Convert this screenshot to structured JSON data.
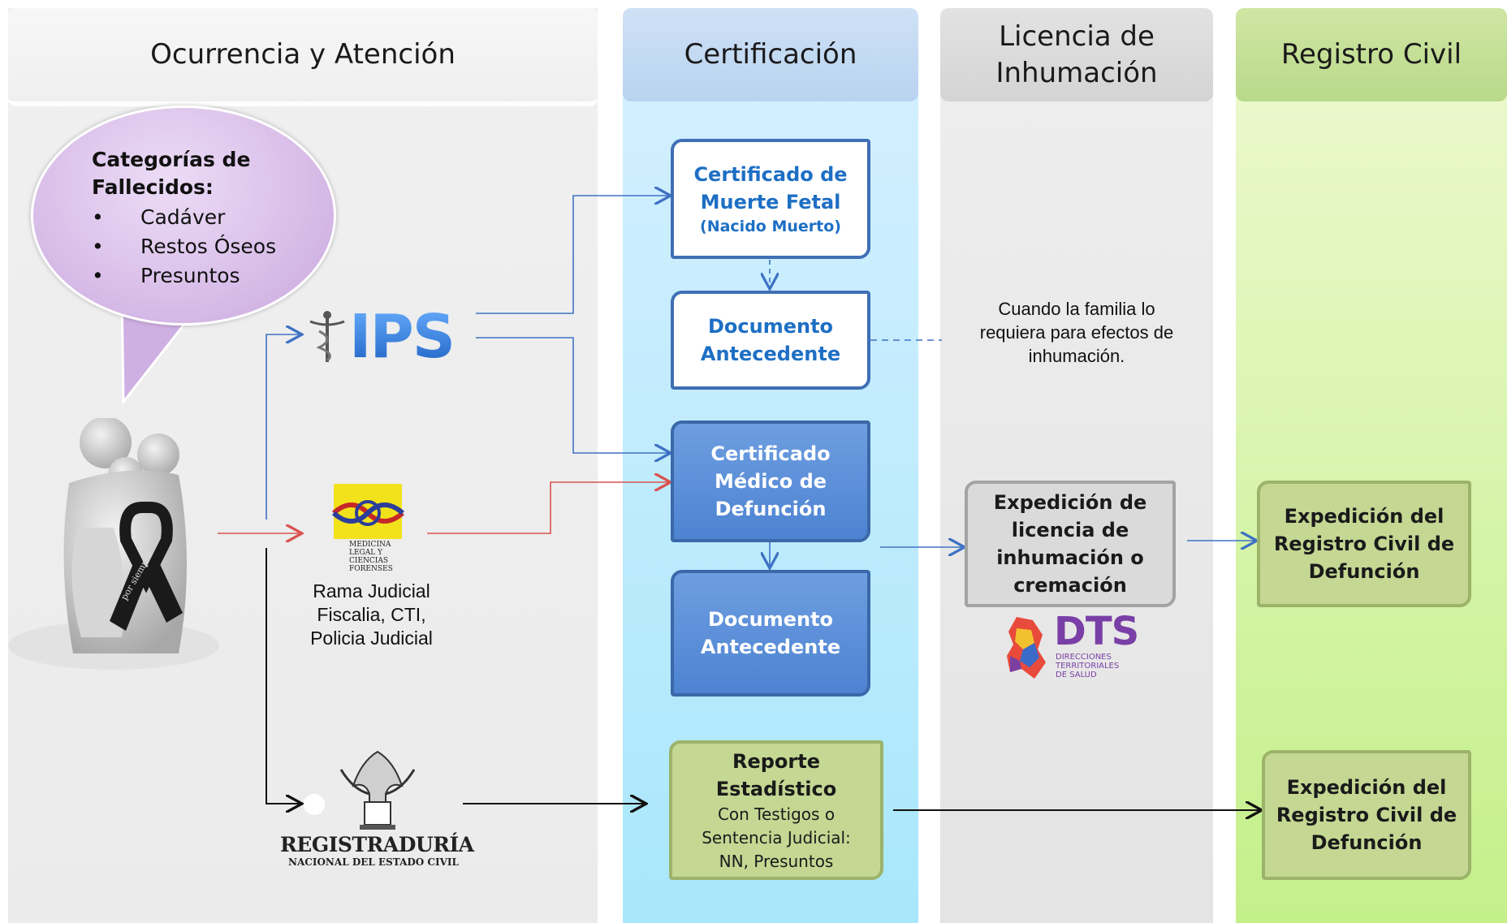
{
  "lanes": [
    {
      "title": "Ocurrencia  y  Atención"
    },
    {
      "title": "Certificación"
    },
    {
      "title": "Licencia de\nInhumación"
    },
    {
      "title": "Registro Civil"
    }
  ],
  "bubble": {
    "title": "Categorías de Fallecidos:",
    "items": [
      "Cadáver",
      "Restos Óseos",
      "Presuntos"
    ]
  },
  "ips": {
    "logo_text": "IPS"
  },
  "medicina_legal": {
    "logo_text": "MEDICINA LEGAL Y CIENCIAS FORENSES",
    "caption": "Rama Judicial\nFiscalia, CTI,\nPolicia Judicial"
  },
  "registraduria": {
    "name": "REGISTRADURÍA",
    "sub": "NACIONAL DEL ESTADO CIVIL"
  },
  "ribbon_text": "por siempre",
  "certificacion": {
    "muerte_fetal": {
      "line1": "Certificado de",
      "line2": "Muerte Fetal",
      "line3": "(Nacido Muerto)"
    },
    "doc_antecedente_1": "Documento\nAntecedente",
    "defuncion": "Certificado\nMédico de\nDefunción",
    "doc_antecedente_2": "Documento\nAntecedente",
    "reporte": {
      "title": "Reporte\nEstadístico",
      "detail": "Con Testigos o\nSentencia Judicial:\nNN, Presuntos"
    }
  },
  "licencia": {
    "note": "Cuando la familia lo\nrequiera  para efectos de\ninhumación.",
    "expedicion": "Expedición de\nlicencia de\ninhumación o\ncremación",
    "dts_logo": "DTS",
    "dts_sub": "DIRECCIONES\nTERRITORIALES\nDE SALUD"
  },
  "registro": {
    "expedicion_1": "Expedición del\nRegistro Civil de\nDefunción",
    "expedicion_2": "Expedición del\nRegistro Civil de\nDefunción"
  },
  "colors": {
    "blue_arrow": "#3f72c4",
    "red_arrow": "#d9534f",
    "black_arrow": "#111111"
  }
}
